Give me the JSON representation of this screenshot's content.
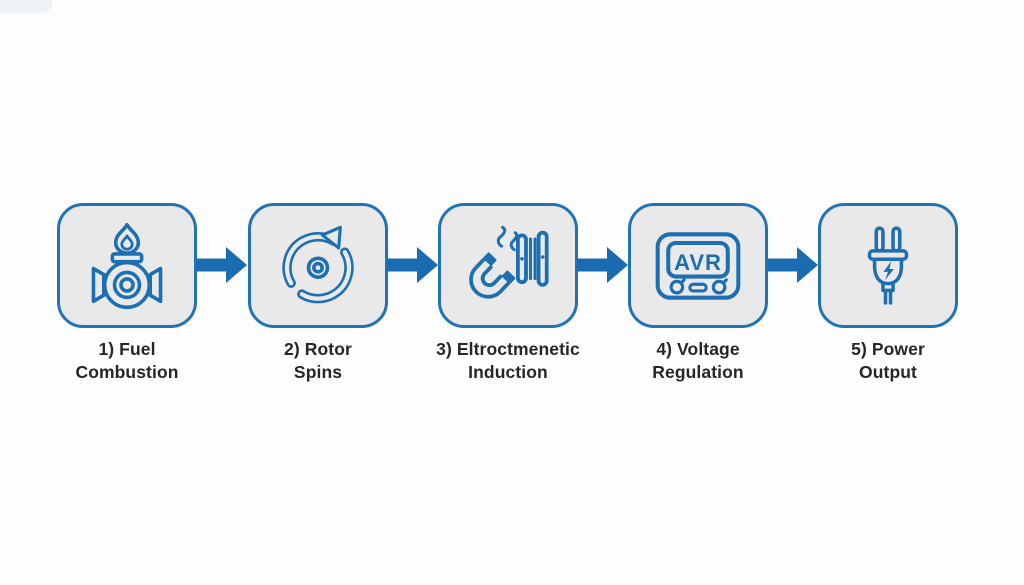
{
  "palette": {
    "icon_blue": "#1d6fb2",
    "box_border": "#2173b5",
    "box_fill": "#e9e9ea",
    "arrow_color": "#1a6bb0",
    "label_color": "#262626",
    "background": "#fdfdfd"
  },
  "steps": [
    {
      "icon": "engine-combustion-icon",
      "label": [
        "1) Fuel",
        "Combustion"
      ]
    },
    {
      "icon": "rotor-spin-icon",
      "label": [
        "2) Rotor",
        "Spins"
      ]
    },
    {
      "icon": "electromagnet-induction-icon",
      "label": [
        "3) Eltroctmenetic",
        "Induction"
      ]
    },
    {
      "icon": "avr-regulator-icon",
      "label": [
        "4) Voltage",
        "Regulation"
      ],
      "screen_text": "AVR"
    },
    {
      "icon": "power-plug-icon",
      "label": [
        "5) Power",
        "Output"
      ]
    }
  ],
  "arrows": {
    "count": 4,
    "direction": "right"
  }
}
